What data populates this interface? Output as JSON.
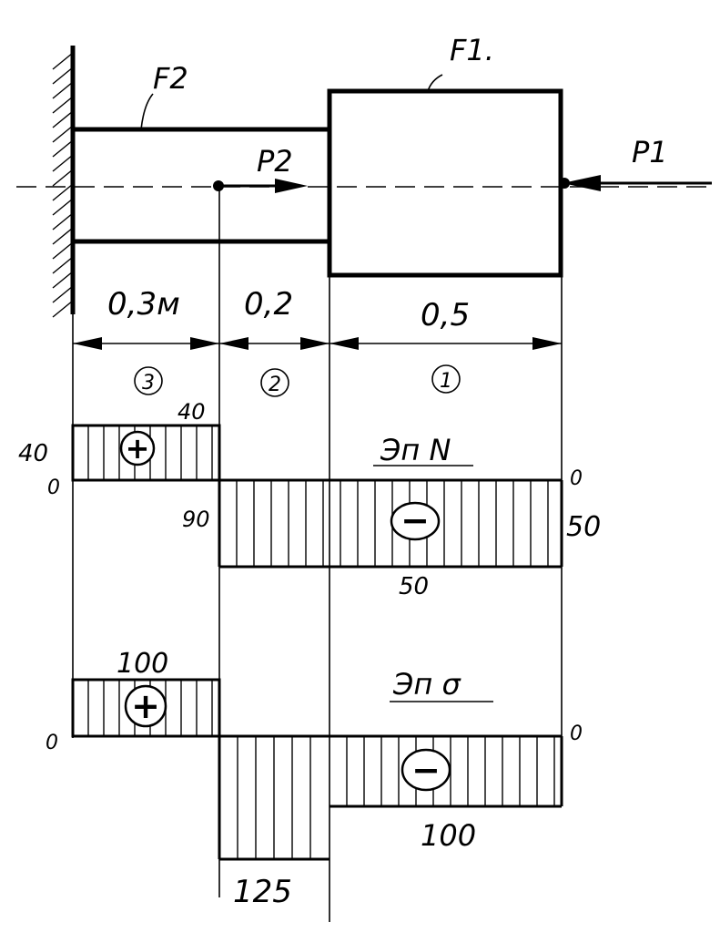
{
  "labels": {
    "area_large": "F1.",
    "area_small": "F2",
    "force_1": "P1",
    "force_2": "P2"
  },
  "dimensions": [
    "0,3м",
    "0,2",
    "0,5"
  ],
  "sections": [
    "3",
    "2",
    "1"
  ],
  "diagram_N": {
    "title": "Эп N",
    "left_values": [
      "40",
      "0"
    ],
    "s3_top": "40",
    "s3_sign": "+",
    "s2_value": "90",
    "s1_sign": "−",
    "right_values": [
      "0",
      "50"
    ],
    "bottom_value": "50"
  },
  "diagram_sigma": {
    "title": "Эп σ",
    "left_value": "0",
    "s3_top": "100",
    "s3_sign": "+",
    "s1_sign": "−",
    "right_value": "0",
    "s1_bottom": "100",
    "s2_bottom": "125"
  }
}
